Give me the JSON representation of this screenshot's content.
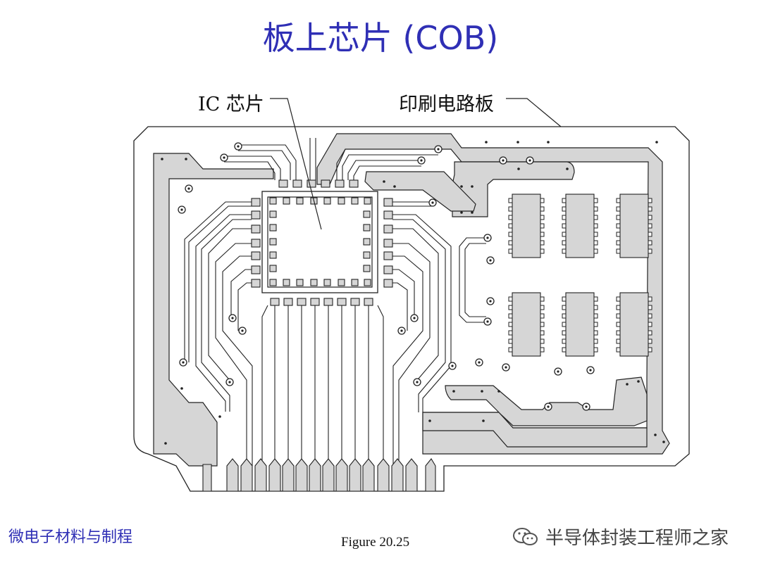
{
  "title": "板上芯片 (COB)",
  "labels": {
    "ic_chip": "IC 芯片",
    "pcb": "印刷电路板"
  },
  "footer": {
    "course": "微电子材料与制程",
    "figure": "Figure 20.25",
    "watermark": "半导体封装工程师之家"
  },
  "icons": [
    "wechat-icon"
  ],
  "colors": {
    "title": "#2f2fb5",
    "copper": "#d6d6d6",
    "outline": "#222222"
  }
}
